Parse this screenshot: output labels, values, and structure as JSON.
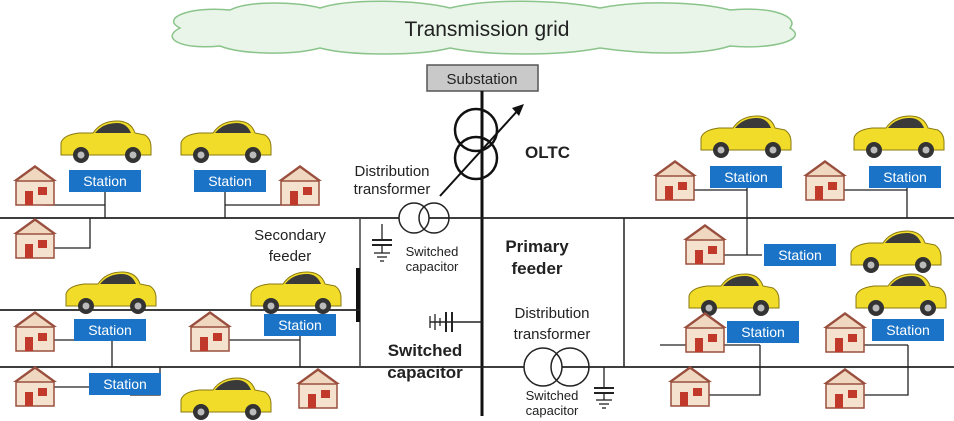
{
  "labels": {
    "transmission": "Transmission grid",
    "substation": "Substation",
    "oltc": "OLTC",
    "dist_tx_left_1": "Distribution",
    "dist_tx_left_2": "transformer",
    "switched_small_left_1": "Switched",
    "switched_small_left_2": "capacitor",
    "secondary_1": "Secondary",
    "secondary_2": "feeder",
    "primary_1": "Primary",
    "primary_2": "feeder",
    "switched_big_1": "Switched",
    "switched_big_2": "capacitor",
    "dist_tx_right_1": "Distribution",
    "dist_tx_right_2": "transformer",
    "switched_small_right_1": "Switched",
    "switched_small_right_2": "capacitor"
  },
  "station_label": "Station",
  "colors": {
    "car_body": "#f2dc2a",
    "station_bg": "#1a73c6",
    "house_wall": "#f4e2cf",
    "house_roof": "#9a4f3e",
    "house_door": "#c0392b",
    "cloud_fill": "#e9f5e9",
    "cloud_stroke": "#8bc48b",
    "substation_fill": "#c9c9c9"
  }
}
